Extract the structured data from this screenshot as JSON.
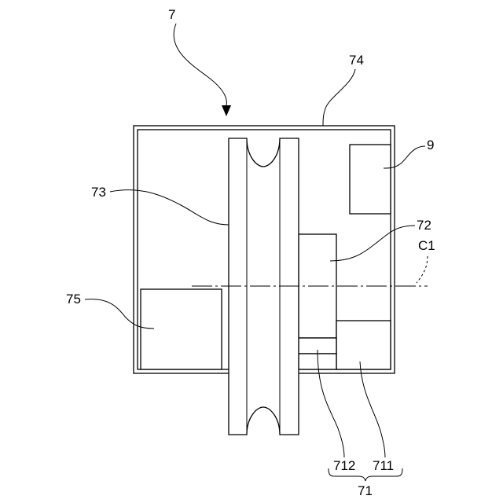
{
  "labels": {
    "device": "7",
    "housing": "74",
    "pulley": "73",
    "part_9": "9",
    "part_72": "72",
    "axis": "C1",
    "part_75": "75",
    "part_712": "712",
    "part_711": "711",
    "part_71": "71"
  }
}
